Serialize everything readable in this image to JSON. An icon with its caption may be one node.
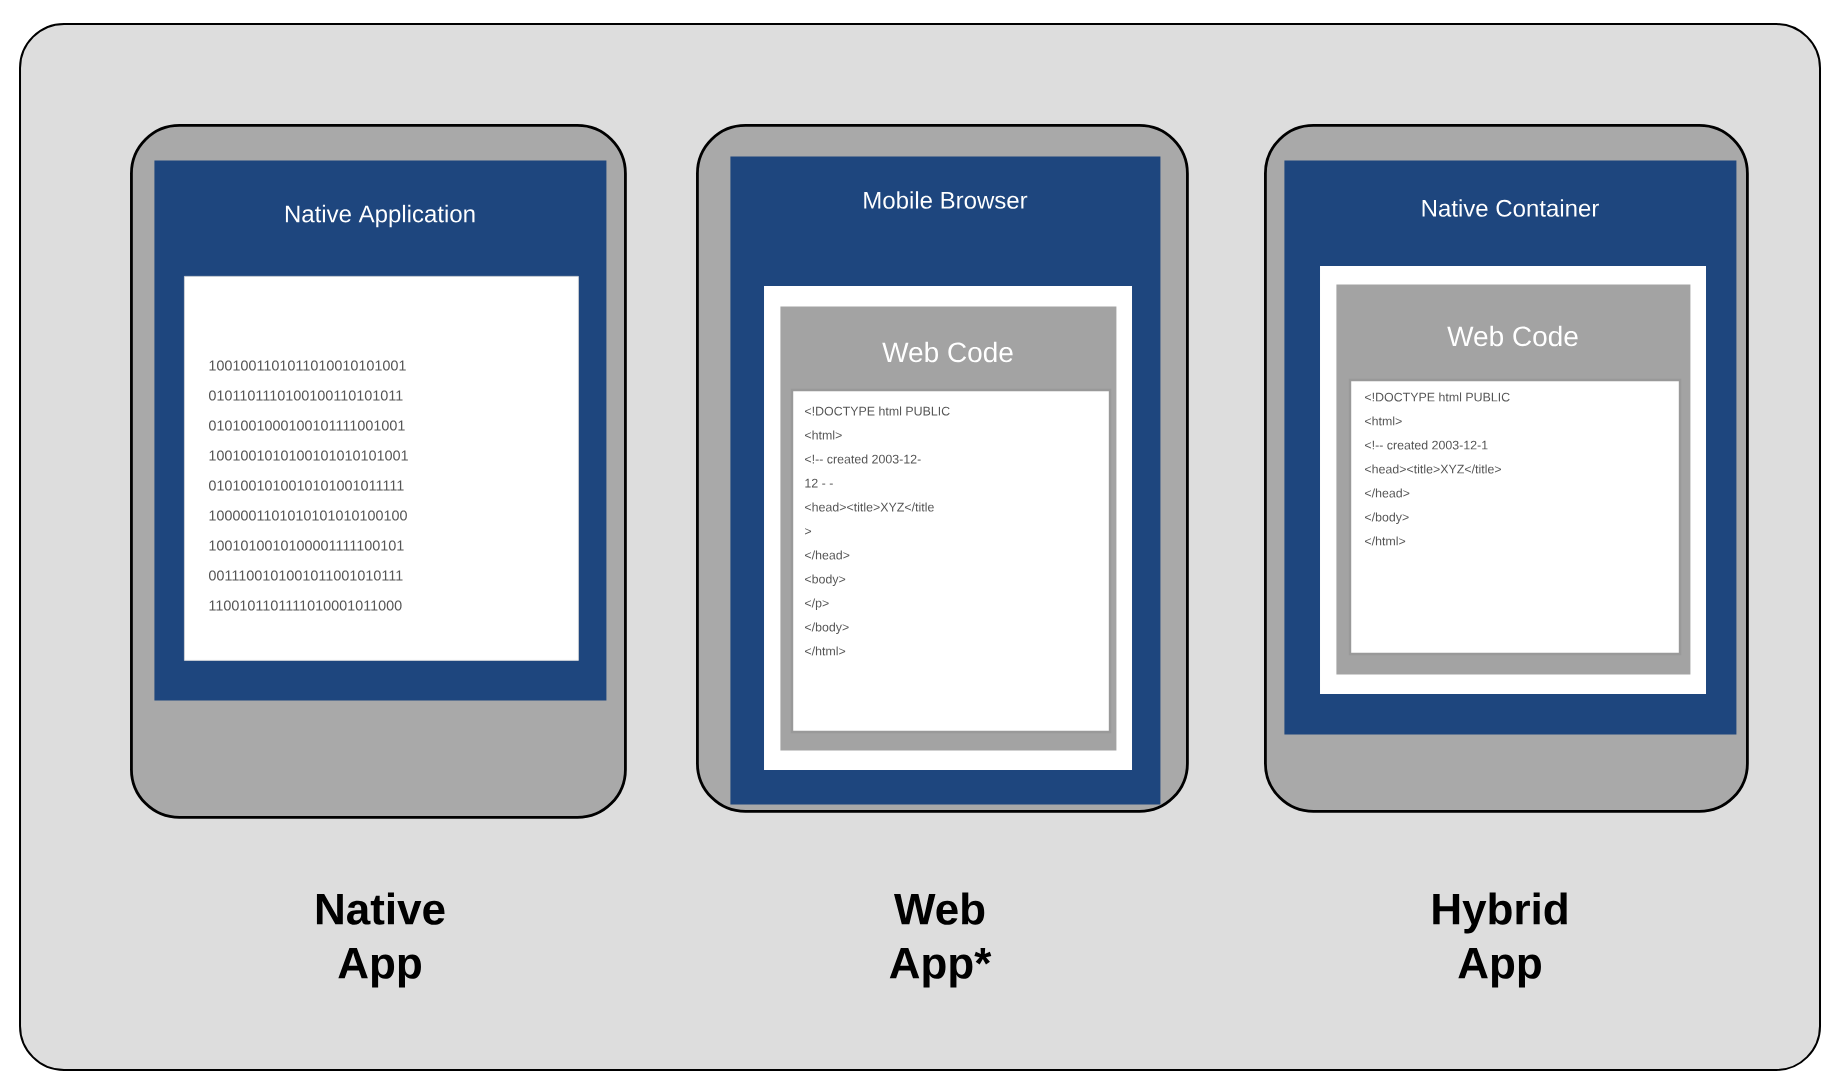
{
  "diagram": {
    "nodes": [
      {
        "text": [],
        "shape": "box",
        "beside": [
          "Native App"
        ]
      },
      {
        "text": [
          "Native Application"
        ],
        "in": 0
      },
      {
        "text": [
          "1001001101011010010101001",
          "0101101110100100110101011",
          "0101001000100101111001001",
          "1001001010100101010101001",
          "0101001010010101001011111",
          "1000001101010101010100100",
          "1001010010100001111100101",
          "0011100101001011001010111",
          "1100101101111010001011000"
        ],
        "in": 1
      },
      {
        "text": [],
        "shape": "box",
        "beside": [
          "Web App*"
        ]
      },
      {
        "text": [
          "Mobile Browser"
        ],
        "in": 3
      },
      {
        "text": [
          "Web Code",
          "<!DOCTYPE html PUBLIC",
          "<html>",
          "<!-- created 2003-12-",
          "12 - -",
          "<head><title>XYZ</title",
          ">",
          "</head>",
          "<body>",
          "</p>",
          "</body>",
          "</html>"
        ],
        "in": 4
      },
      {
        "text": [],
        "shape": "box",
        "beside": [
          "Hybrid App"
        ]
      },
      {
        "text": [
          "Native Container"
        ],
        "in": 6
      },
      {
        "text": [
          "Web Code",
          "<!DOCTYPE html PUBLIC",
          "<html>",
          "<!-- created 2003-12-1",
          "<head><title>XYZ</title>",
          "</head>",
          "</body>",
          "</html>"
        ],
        "in": 7
      }
    ]
  }
}
